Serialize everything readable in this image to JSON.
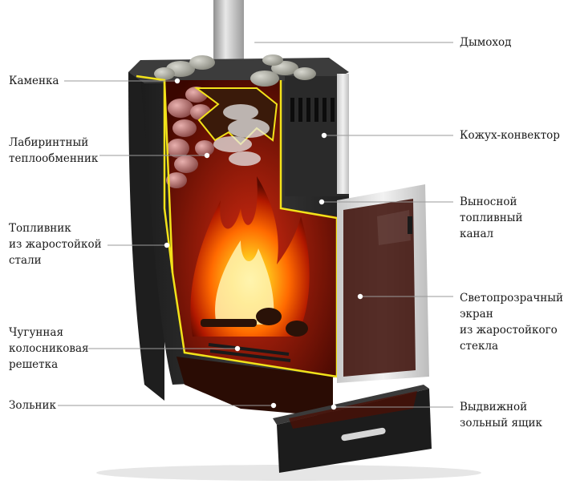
{
  "labels": {
    "left": [
      "Каменка",
      "Лабиринтный\nтеплообменник",
      "Топливник\nиз жаростойкой\nстали",
      "Чугунная\nколосниковая\nрешетка",
      "Зольник"
    ],
    "right": [
      "Дымоход",
      "Кожух-конвектор",
      "Выносной\nтопливный\nканал",
      "Светопрозрачный\nэкран\nиз жаростойкого\nстекла",
      "Выдвижной\nзольный ящик"
    ]
  },
  "colors": {
    "leader": "#9a9a9a",
    "dot": "#ffffff",
    "outline": "#f2e21a",
    "body": "#2b2b2b",
    "fire": "#ff8a00"
  }
}
